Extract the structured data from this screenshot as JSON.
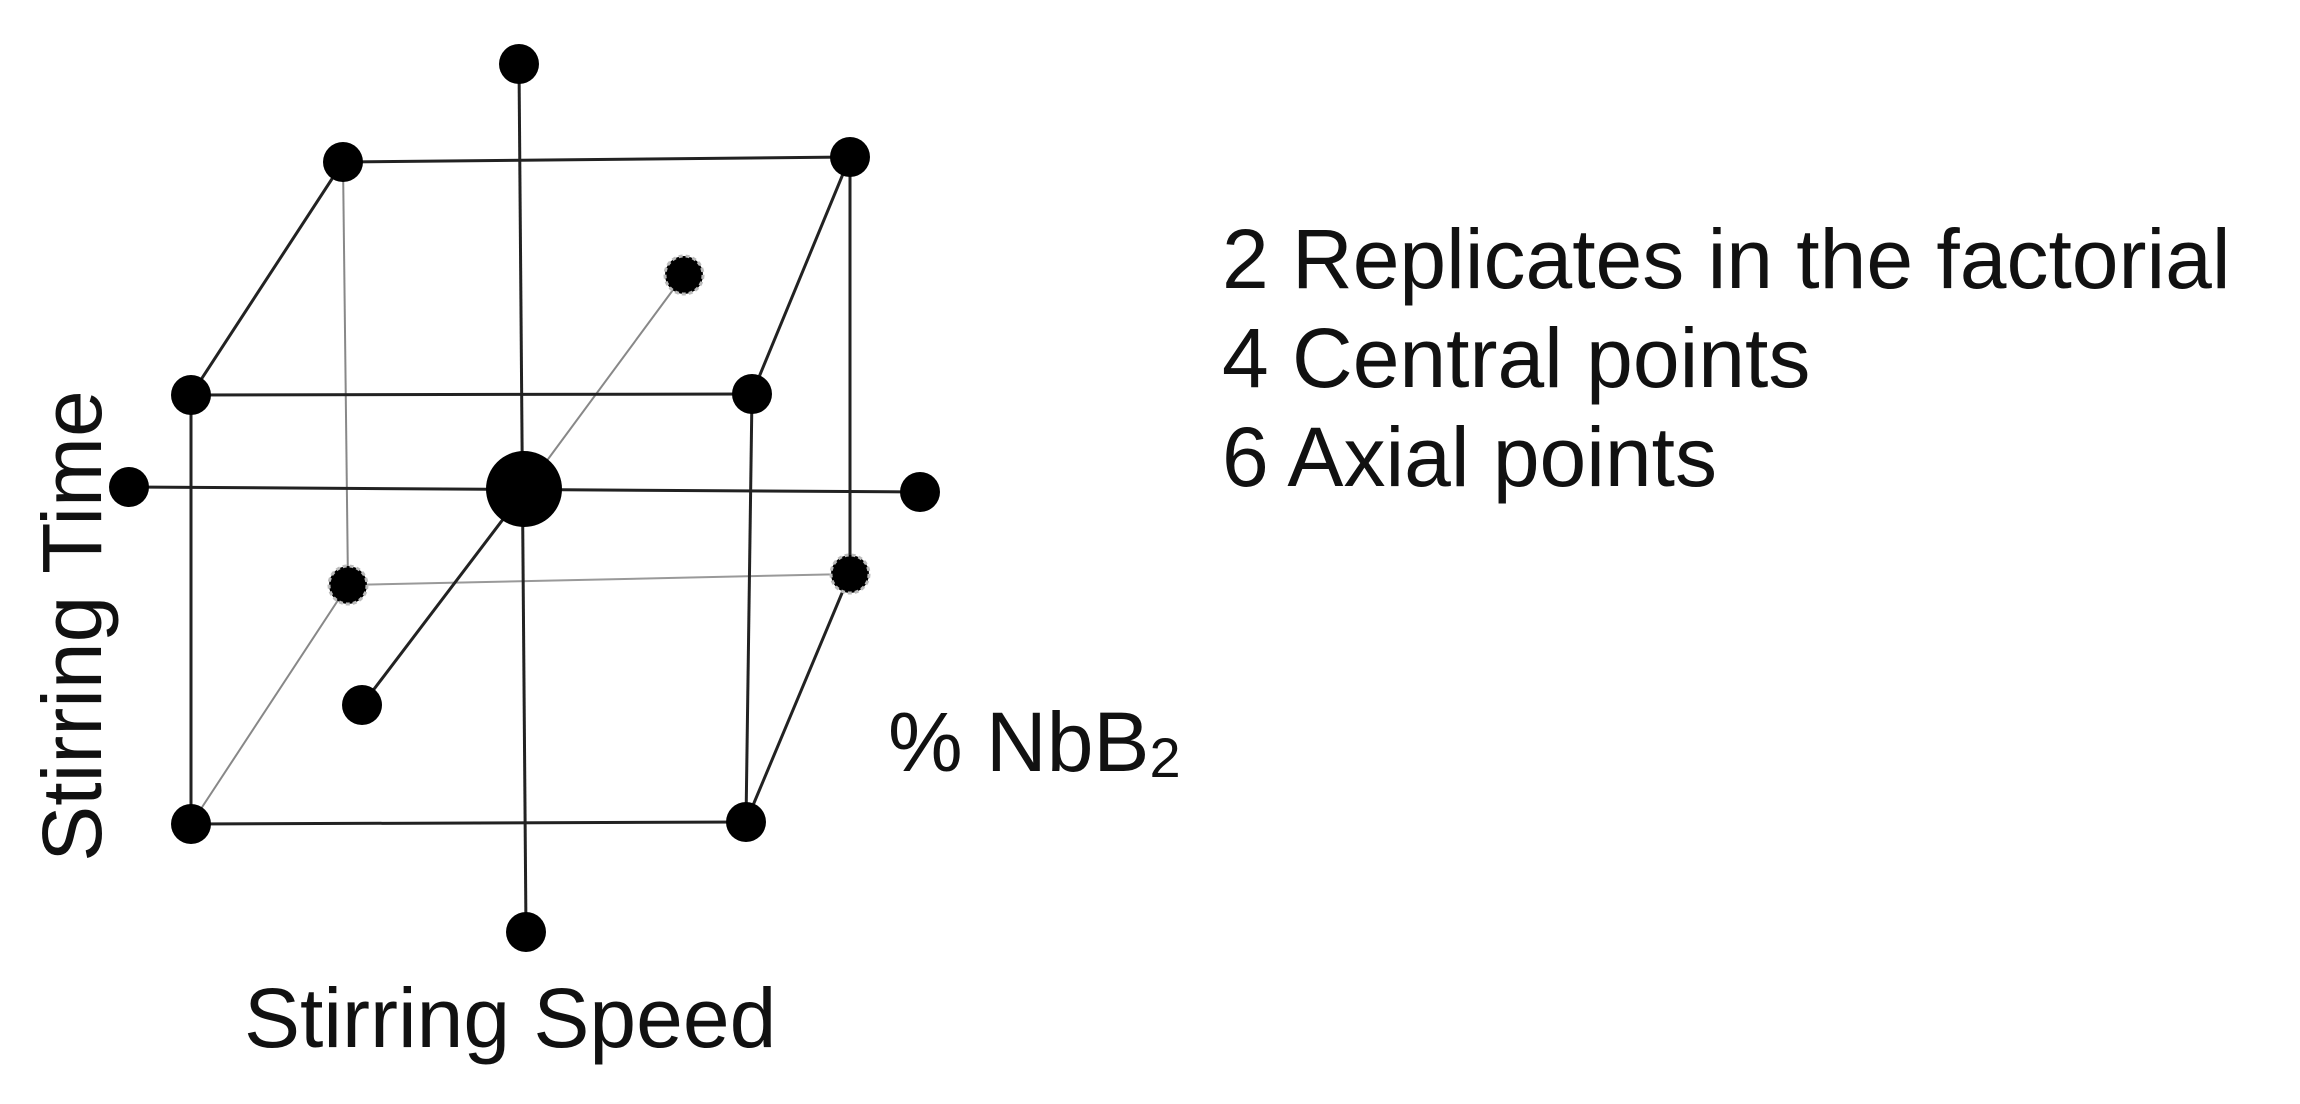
{
  "labels": {
    "stirring_speed": "Stirring Speed",
    "stirring_time": "Stirring Time",
    "nbb2_prefix": "% NbB",
    "nbb2_subscript": "2"
  },
  "legend": {
    "line1": "2 Replicates in the factorial",
    "line2": "4 Central points",
    "line3": "6 Axial points"
  }
}
